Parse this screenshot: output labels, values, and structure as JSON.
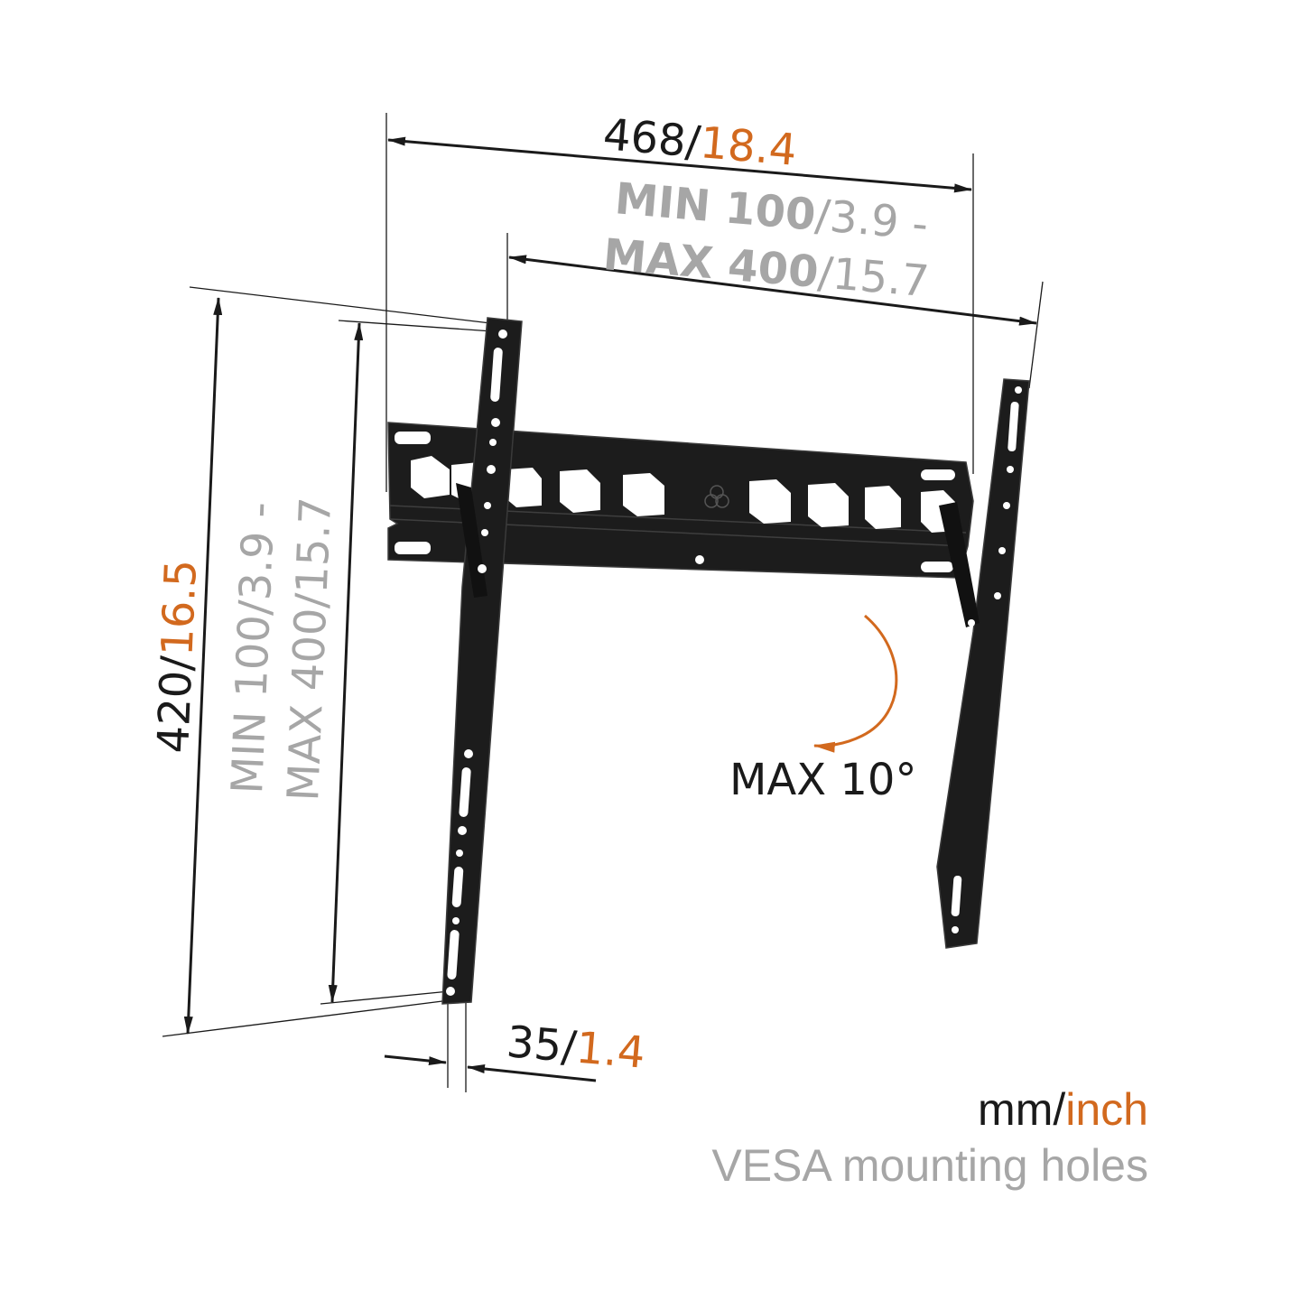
{
  "dimensions": {
    "overall_width": {
      "mm": "468",
      "sep": "/",
      "inch": "18.4"
    },
    "vesa_width": {
      "line1_min": "MIN 100",
      "line1_inch": "/3.9 -",
      "line2_max": "MAX 400",
      "line2_inch": "/15.7"
    },
    "overall_height": {
      "mm": "420",
      "sep": "/",
      "inch": "16.5"
    },
    "vesa_height": {
      "line1": "MIN 100/3.9 -",
      "line2": "MAX 400/15.7"
    },
    "depth": {
      "mm": "35",
      "sep": "/",
      "inch": "1.4"
    },
    "tilt": {
      "label": "MAX 10°"
    }
  },
  "legend": {
    "units_mm": "mm",
    "units_sep": "/",
    "units_inch": "inch",
    "vesa_note": "VESA mounting holes"
  },
  "colors": {
    "text": "#1a1a1a",
    "inch_accent": "#d2691e",
    "vesa_gray": "#a6a6a6",
    "metal": "#1c1c1c"
  }
}
